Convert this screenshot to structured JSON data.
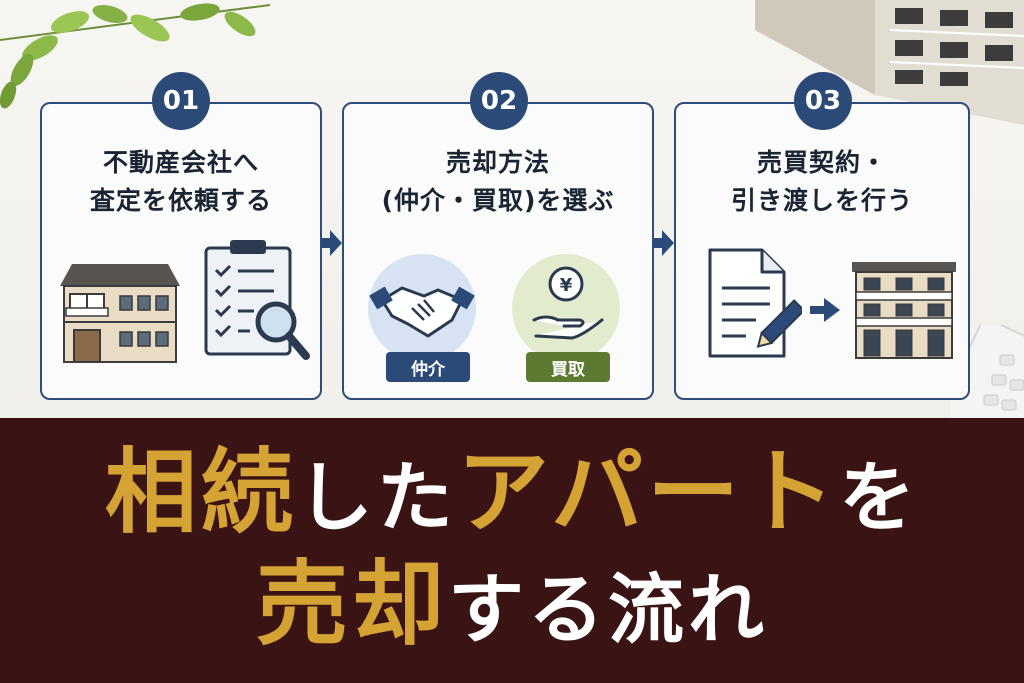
{
  "steps": [
    {
      "number": "01",
      "title_line1": "不動産会社へ",
      "title_line2": "査定を依頼する"
    },
    {
      "number": "02",
      "title_line1": "売却方法",
      "title_line2": "(仲介・買取)を選ぶ",
      "option_a": "仲介",
      "option_b": "買取"
    },
    {
      "number": "03",
      "title_line1": "売買契約・",
      "title_line2": "引き渡しを行う"
    }
  ],
  "headline": {
    "line1": [
      {
        "text": "相続",
        "style": "gold"
      },
      {
        "text": "した",
        "style": "white"
      },
      {
        "text": "アパート",
        "style": "gold"
      },
      {
        "text": "を",
        "style": "white"
      }
    ],
    "line2": [
      {
        "text": "売却",
        "style": "gold"
      },
      {
        "text": "する流れ",
        "style": "white"
      }
    ]
  },
  "colors": {
    "navy": "#2b4a78",
    "gold": "#d5a234",
    "banner": "#3a1414",
    "pill_blue": "#2b4a78",
    "pill_green": "#5d7a32"
  }
}
